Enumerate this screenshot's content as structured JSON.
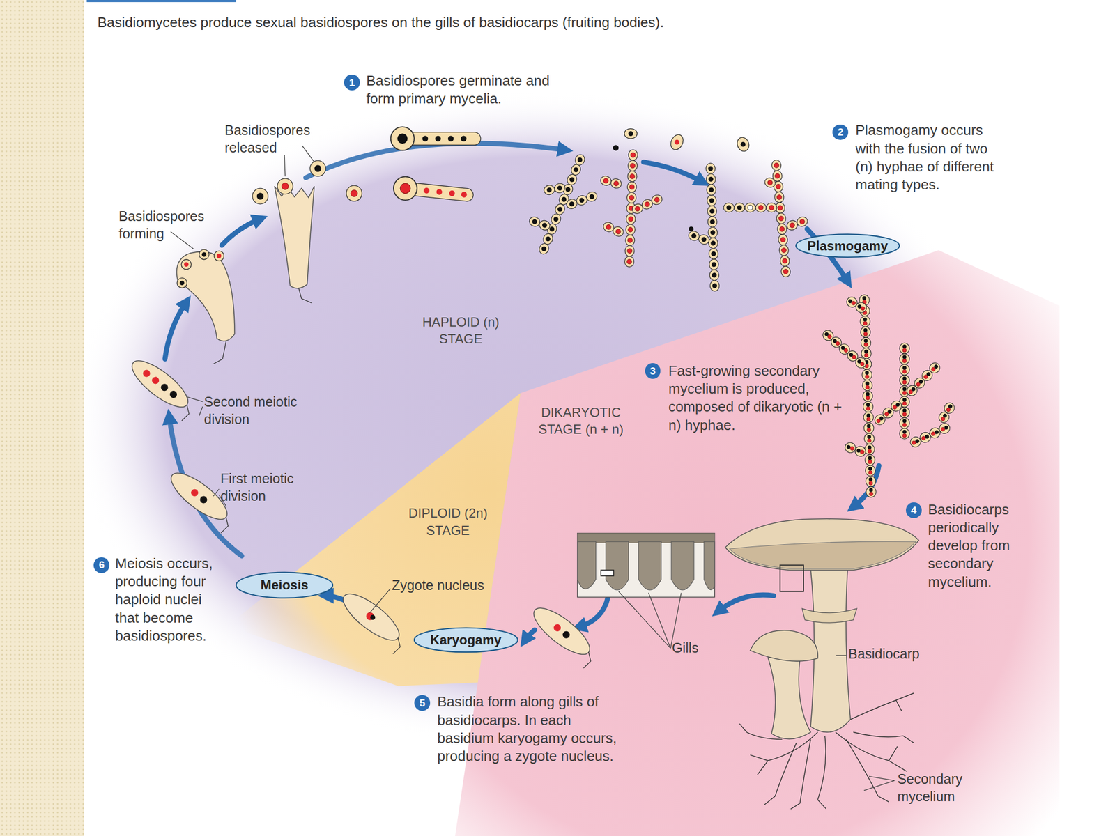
{
  "diagram": {
    "title": "Basidiomycetes produce sexual basidiospores on the gills of basidiocarps (fruiting bodies).",
    "nodes": [
      {
        "text": [
          "Plasmogamy"
        ]
      },
      {
        "text": [
          "Meiosis"
        ]
      },
      {
        "text": [
          "Karyogamy"
        ]
      }
    ],
    "labels": [
      "1",
      "Basidiospores germinate and form primary mycelia.",
      "Basidiospores released",
      "2",
      "Plasmogamy occurs with the fusion of two (n) hyphae of different mating types.",
      "Basidiospores forming",
      "HAPLOID (n) STAGE",
      "3",
      "Fast-growing secondary mycelium is produced, composed of dikaryotic (n + n) hyphae.",
      "Second meiotic division",
      "DIKARYOTIC STAGE (n + n)",
      "First meiotic division",
      "DIPLOID (2n) STAGE",
      "4",
      "Basidiocarps periodically develop from secondary mycelium.",
      "6",
      "Meiosis occurs, producing four haploid nuclei that become basidiospores.",
      "Zygote nucleus",
      "Gills",
      "Basidiocarp",
      "5",
      "Basidia form along gills of basidiocarps. In each basidium karyogamy occurs, producing a zygote nucleus.",
      "Secondary mycelium"
    ]
  }
}
